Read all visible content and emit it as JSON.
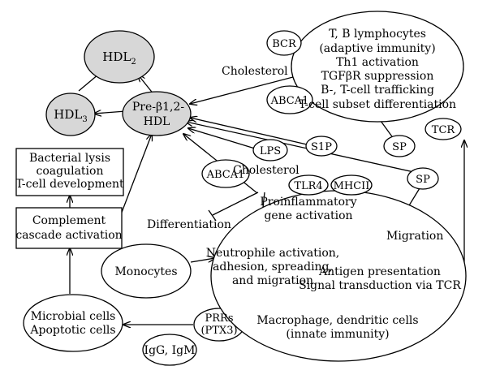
{
  "nodes": {
    "hdl2": {
      "base": "HDL",
      "sub": "2"
    },
    "hdl3": {
      "base": "HDL",
      "sub": "3"
    },
    "pre_beta": {
      "line1": "Pre-β1,2-",
      "line2": "HDL"
    },
    "bacterial_lysis": {
      "lines": [
        "Bacterial lysis",
        "coagulation",
        "T-cell development"
      ]
    },
    "complement": {
      "lines": [
        "Complement",
        "cascade activation"
      ]
    },
    "microbial": {
      "lines": [
        "Microbial cells",
        "Apoptotic cells"
      ]
    },
    "ig": {
      "label": "IgG, IgM"
    },
    "prrs": {
      "lines": [
        "PRRs",
        "(PTX3)"
      ]
    },
    "monocytes": {
      "label": "Monocytes"
    },
    "abca1_left": {
      "label": "ABCA1"
    },
    "lps": {
      "label": "LPS"
    },
    "tlr4": {
      "label": "TLR4"
    },
    "mhcii": {
      "label": "MHCII"
    },
    "s1p": {
      "label": "S1P"
    },
    "sp_top": {
      "label": "SP"
    },
    "sp_right": {
      "label": "SP"
    },
    "tcr": {
      "label": "TCR"
    },
    "bcr": {
      "label": "BCR"
    },
    "abca1_right": {
      "label": "ABCA1"
    },
    "lymphocytes": {
      "lines": [
        "T, B lymphocytes",
        "(adaptive immunity)",
        "Th1 activation",
        "TGFβR suppression",
        "B-, T-cell trafficking",
        "T-cell subset differentiation"
      ]
    },
    "macrophage": {
      "neutrophile": [
        "Neutrophile activation,",
        "adhesion, spreading,",
        "and migration"
      ],
      "antigen": [
        "Antigen presentation",
        "Signal transduction via TCR"
      ],
      "title": [
        "Macrophage, dendritic cells",
        "(innate immunity)"
      ]
    }
  },
  "labels": {
    "cholesterol_top": "Cholesterol",
    "cholesterol_mid": "Cholesterol",
    "differentiation": "Differentiation",
    "proinflammatory": [
      "Proinflammatory",
      "gene activation"
    ],
    "migration": "Migration"
  }
}
